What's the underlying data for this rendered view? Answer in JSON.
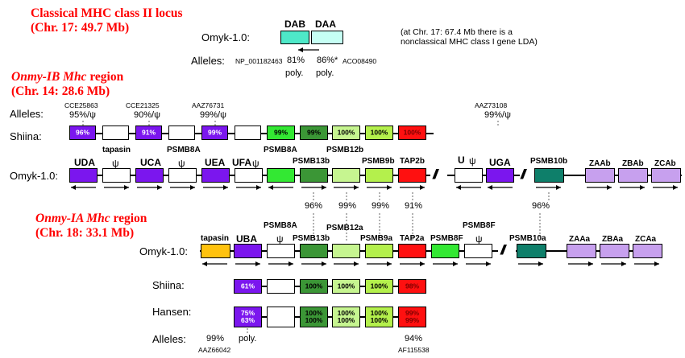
{
  "classical": {
    "title_line1": "Classical MHC class II locus",
    "title_line2": "(Chr. 17: 49.7 Mb)",
    "genes": {
      "dab": "DAB",
      "daa": "DAA"
    },
    "omyk_label": "Omyk-1.0:",
    "alleles_label": "Alleles:",
    "dab_accession": "NP_001182463",
    "dab_pct": "81%",
    "daa_pct": "86%*",
    "daa_accession": "ACO08490",
    "poly1": "poly.",
    "poly2": "poly.",
    "note_line1": "(at Chr. 17: 67.4 Mb there is a",
    "note_line2": "nonclassical MHC class I gene LDA)"
  },
  "region_ib": {
    "title_italic": "Onmy-IB Mhc",
    "title_rest": " region",
    "title_line2": "(Chr. 14: 28.6 Mb)",
    "alleles_label": "Alleles:",
    "allele_accessions": [
      "CCE25863",
      "CCE21325",
      "AAZ76731",
      "AAZ73108"
    ],
    "allele_values": [
      "95%/ψ",
      "90%/ψ",
      "99%/ψ",
      "99%/ψ"
    ],
    "shiina_label": "Shiina:",
    "shiina_values": [
      "96%",
      "91%",
      "99%",
      "99%",
      "99%",
      "100%",
      "100%",
      "100%"
    ],
    "omyk_label": "Omyk-1.0:",
    "genes": [
      "UDA",
      "tapasin",
      "UCA",
      "PSMB8A",
      "UEA",
      "UFA",
      "PSMB8A",
      "PSMB13b",
      "PSMB12b",
      "PSMB9b",
      "TAP2b",
      "U",
      "UGA",
      "PSMB10b",
      "ZAAb",
      "ZBAb",
      "ZCAb"
    ],
    "psi": "ψ",
    "cross_identity": [
      "96%",
      "99%",
      "99%",
      "91%",
      "96%"
    ]
  },
  "region_ia": {
    "title_italic": "Onmy-IA Mhc",
    "title_rest": " region",
    "title_line2": "(Chr. 18: 33.1 Mb)",
    "omyk_label": "Omyk-1.0:",
    "genes": [
      "tapasin",
      "UBA",
      "PSMB8A",
      "PSMB13b",
      "PSMB12a",
      "PSMB9a",
      "TAP2a",
      "PSMB8F",
      "PSMB8F",
      "PSMB10a",
      "ZAAa",
      "ZBAa",
      "ZCAa"
    ],
    "psi": "ψ",
    "shiina_label": "Shiina:",
    "shiina_values": [
      "61%",
      "100%",
      "100%",
      "100%",
      "98%"
    ],
    "hansen_label": "Hansen:",
    "hansen_values": [
      "75%",
      "63%",
      "100%",
      "100%",
      "100%",
      "100%",
      "100%",
      "100%",
      "99%",
      "99%"
    ],
    "alleles_label": "Alleles:",
    "allele_values": [
      "99%",
      "poly.",
      "94%"
    ],
    "allele_accessions": [
      "AAZ66042",
      "AF115538"
    ]
  },
  "colors": {
    "title_red": "#ff0000",
    "class_ii_gene": "#4ee8c8",
    "class_ii_gene_light": "#c6fff4",
    "class_i_gene": "#7b16ee",
    "psmb8a": "#33e833",
    "psmb13": "#3b9636",
    "psmb12": "#c6f590",
    "psmb9": "#b4f04c",
    "tap2": "#ff1010",
    "psmb10": "#0e7f6a",
    "z_genes": "#c7a0ee",
    "tapasin_ia": "#ffc20e",
    "white": "#ffffff"
  }
}
